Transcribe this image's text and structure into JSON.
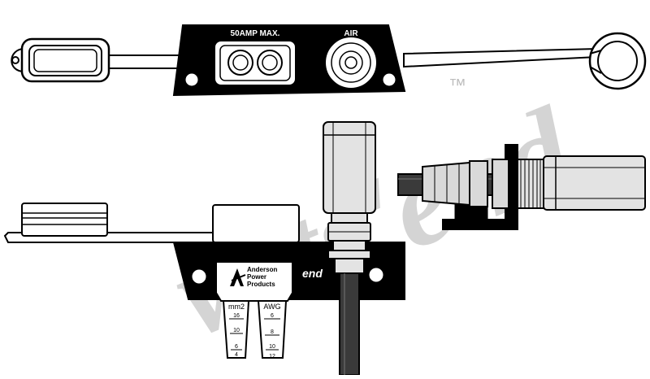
{
  "labels": {
    "amp_rating": "50AMP MAX.",
    "air": "AIR",
    "brand_mark": "wits'end",
    "trademark": "™",
    "plate_brand": "end",
    "anderson_line1": "Anderson",
    "anderson_line2": "Power",
    "anderson_line3": "Products",
    "mm2_label": "mm2",
    "awg_label": "AWG",
    "mm2_ticks": [
      "16",
      "10",
      "6",
      "4"
    ],
    "awg_ticks": [
      "6",
      "8",
      "10",
      "12"
    ]
  },
  "colors": {
    "line": "#000000",
    "fill": "#ffffff",
    "plate": "#000000",
    "watermark": "#c8c8c8",
    "fitting": "#d9d9d9",
    "hose": "#3a3a3a"
  }
}
